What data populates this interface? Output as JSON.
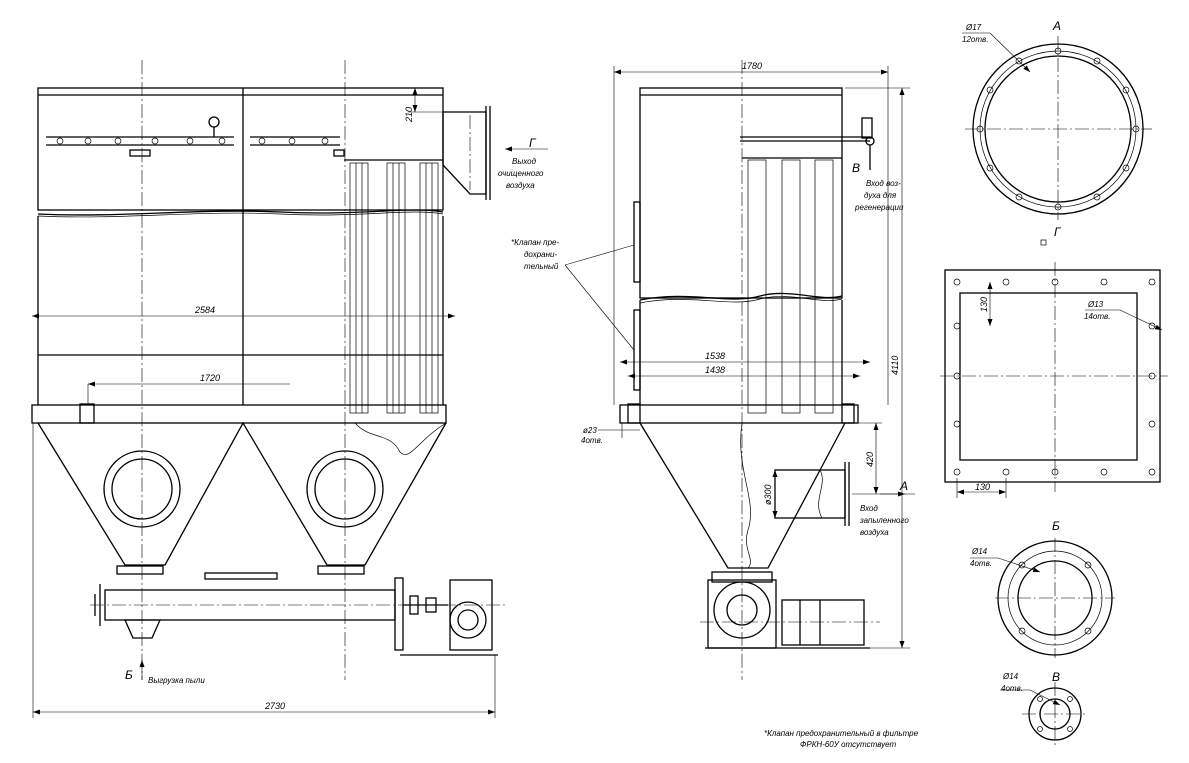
{
  "dimensions": {
    "total_length": "2730",
    "body_length": "2584",
    "hopper_spacing": "1720",
    "outlet_height": "210",
    "side_width": "1780",
    "width_1538": "1538",
    "width_1438": "1438",
    "total_height": "4110",
    "inlet_height": "420",
    "inlet_diameter": "ø300",
    "anchor_hole": "ø23",
    "anchor_count": "4отв.",
    "square_offset": "130",
    "square_bottom_offset": "130"
  },
  "labels": {
    "outlet_clean_air": [
      "Выход",
      "очищенного",
      "воздуха"
    ],
    "dust_discharge": "Выгрузка пыли",
    "regen_air_inlet": [
      "Вход воз-",
      "духа для",
      "регенерации"
    ],
    "dusty_air_inlet": [
      "Вход",
      "запыленного",
      "воздуха"
    ],
    "safety_valve": [
      "*Клапан пре-",
      "дохрани-",
      "тельный"
    ],
    "footnote": [
      "*Клапан предохранительный  в фильтре",
      "ФРКН-60У отсутствует"
    ]
  },
  "view_letters": {
    "g": "Г",
    "b": "Б",
    "v": "В",
    "a": "А"
  },
  "detail_views": {
    "a": {
      "title": "А",
      "hole": "Ø17",
      "count": "12отв."
    },
    "g": {
      "title": "Г",
      "hole": "Ø13",
      "count": "14отв."
    },
    "b": {
      "title": "Б",
      "hole": "Ø14",
      "count": "4отв."
    },
    "v": {
      "title": "В",
      "hole": "Ø14",
      "count": "4отв."
    }
  }
}
